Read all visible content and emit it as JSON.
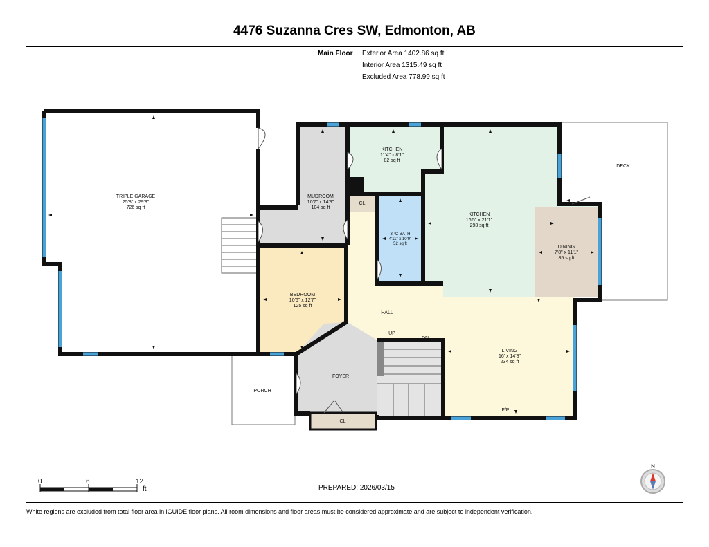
{
  "title": "4476 Suzanna Cres SW, Edmonton, AB",
  "floor": {
    "name": "Main Floor",
    "exterior_area": "Exterior Area 1402.86 sq ft",
    "interior_area": "Interior Area 1315.49 sq ft",
    "excluded_area": "Excluded Area 778.99 sq ft"
  },
  "rooms": {
    "garage": {
      "name": "TRIPLE GARAGE",
      "dims": "25'8\" x 29'3\"",
      "area": "726 sq ft"
    },
    "mudroom": {
      "name": "MUDROOM",
      "dims": "10'7\" x 14'9\"",
      "area": "104 sq ft"
    },
    "kitchen_small": {
      "name": "KITCHEN",
      "dims": "11'4\" x 8'1\"",
      "area": "82 sq ft"
    },
    "kitchen_main": {
      "name": "KITCHEN",
      "dims": "16'5\" x 21'1\"",
      "area": "298 sq ft"
    },
    "bath": {
      "name": "3PC BATH",
      "dims": "4'11\" x 10'9\"",
      "area": "52 sq ft"
    },
    "dining": {
      "name": "DINING",
      "dims": "7'8\" x 11'1\"",
      "area": "85 sq ft"
    },
    "bedroom": {
      "name": "BEDROOM",
      "dims": "10'6\" x 12'7\"",
      "area": "125 sq ft"
    },
    "living": {
      "name": "LIVING",
      "dims": "16' x 14'8\"",
      "area": "234 sq ft"
    },
    "hall": {
      "name": "HALL"
    },
    "foyer": {
      "name": "FOYER"
    },
    "porch": {
      "name": "PORCH"
    },
    "deck": {
      "name": "DECK"
    },
    "closet_upper": {
      "name": "CL"
    },
    "closet_lower": {
      "name": "CL"
    }
  },
  "labels": {
    "up": "UP",
    "down": "DN",
    "fireplace": "F/P"
  },
  "scale": {
    "tick_0": "0",
    "tick_6": "6",
    "tick_12": "12",
    "unit": "ft"
  },
  "compass": {
    "north": "N"
  },
  "prepared": "PREPARED: 2026/03/15",
  "disclaimer": "White regions are excluded from total floor area in iGUIDE floor plans. All room dimensions and floor areas must be considered approximate and are subject to independent verification.",
  "colors": {
    "garage": "#ffffff",
    "mudroom": "#dcdcdc",
    "kitchen": "#e3f2e6",
    "bath": "#bfe0f7",
    "dining": "#e2d7c8",
    "bedroom": "#fbe9bf",
    "hall": "#fdf7dc",
    "foyer": "#dcdcdc",
    "closet": "#e6dccb",
    "window": "#4aa3d8",
    "wall": "#111111"
  }
}
